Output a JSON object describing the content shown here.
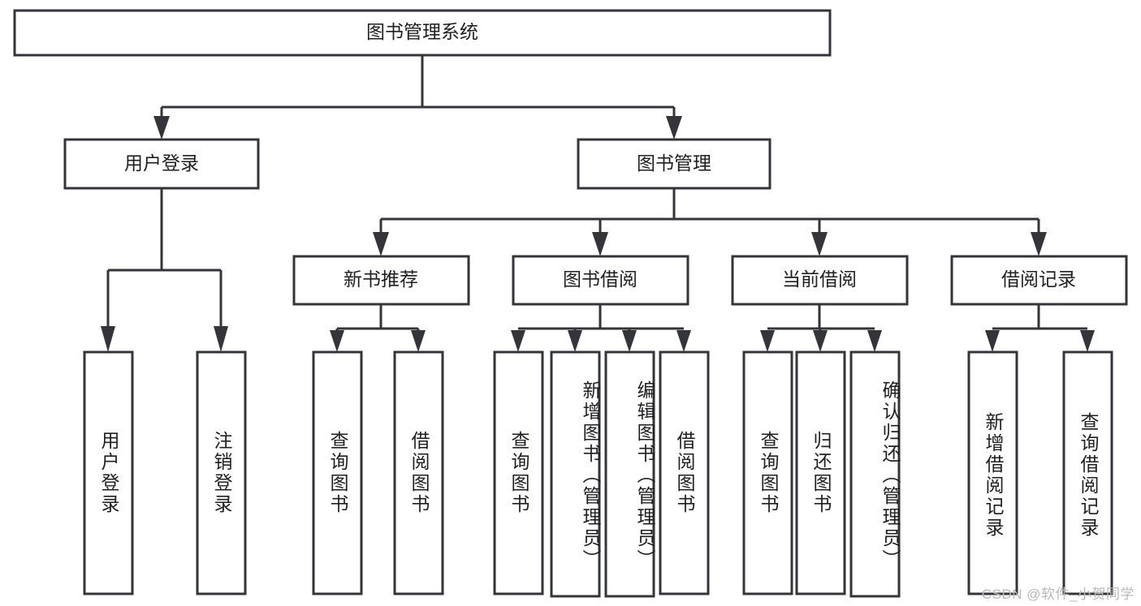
{
  "diagram": {
    "type": "tree-hierarchy-chart",
    "title": "图书管理系统",
    "root": {
      "id": "root",
      "label": "图书管理系统"
    },
    "level1": [
      {
        "id": "user-login",
        "label": "用户登录"
      },
      {
        "id": "book-manage",
        "label": "图书管理"
      }
    ],
    "level2": [
      {
        "id": "new-book-recommend",
        "label": "新书推荐",
        "parent": "book-manage"
      },
      {
        "id": "book-borrow",
        "label": "图书借阅",
        "parent": "book-manage"
      },
      {
        "id": "current-borrow",
        "label": "当前借阅",
        "parent": "book-manage"
      },
      {
        "id": "borrow-record",
        "label": "借阅记录",
        "parent": "book-manage"
      }
    ],
    "leaves": {
      "user-login": [
        {
          "id": "leaf-user-login",
          "label": "用户登录"
        },
        {
          "id": "leaf-user-logout",
          "label": "注销登录"
        }
      ],
      "new-book-recommend": [
        {
          "id": "leaf-query-book-1",
          "label": "查询图书"
        },
        {
          "id": "leaf-borrow-book-1",
          "label": "借阅图书"
        }
      ],
      "book-borrow": [
        {
          "id": "leaf-query-book-2",
          "label": "查询图书"
        },
        {
          "id": "leaf-add-book",
          "label": "新增图书（管理员）"
        },
        {
          "id": "leaf-edit-book",
          "label": "编辑图书（管理员）"
        },
        {
          "id": "leaf-borrow-book-2",
          "label": "借阅图书"
        }
      ],
      "current-borrow": [
        {
          "id": "leaf-query-book-3",
          "label": "查询图书"
        },
        {
          "id": "leaf-return-book",
          "label": "归还图书"
        },
        {
          "id": "leaf-confirm-return",
          "label": "确认归还（管理员）"
        }
      ],
      "borrow-record": [
        {
          "id": "leaf-add-record",
          "label": "新增借阅记录"
        },
        {
          "id": "leaf-query-record",
          "label": "查询借阅记录"
        }
      ]
    },
    "colors": {
      "stroke": "#33353a",
      "fill": "#ffffff",
      "text": "#1f1f22",
      "watermark": "#b8b8b8"
    }
  },
  "watermark": {
    "text": "CSDN @软件_小贺同学"
  }
}
